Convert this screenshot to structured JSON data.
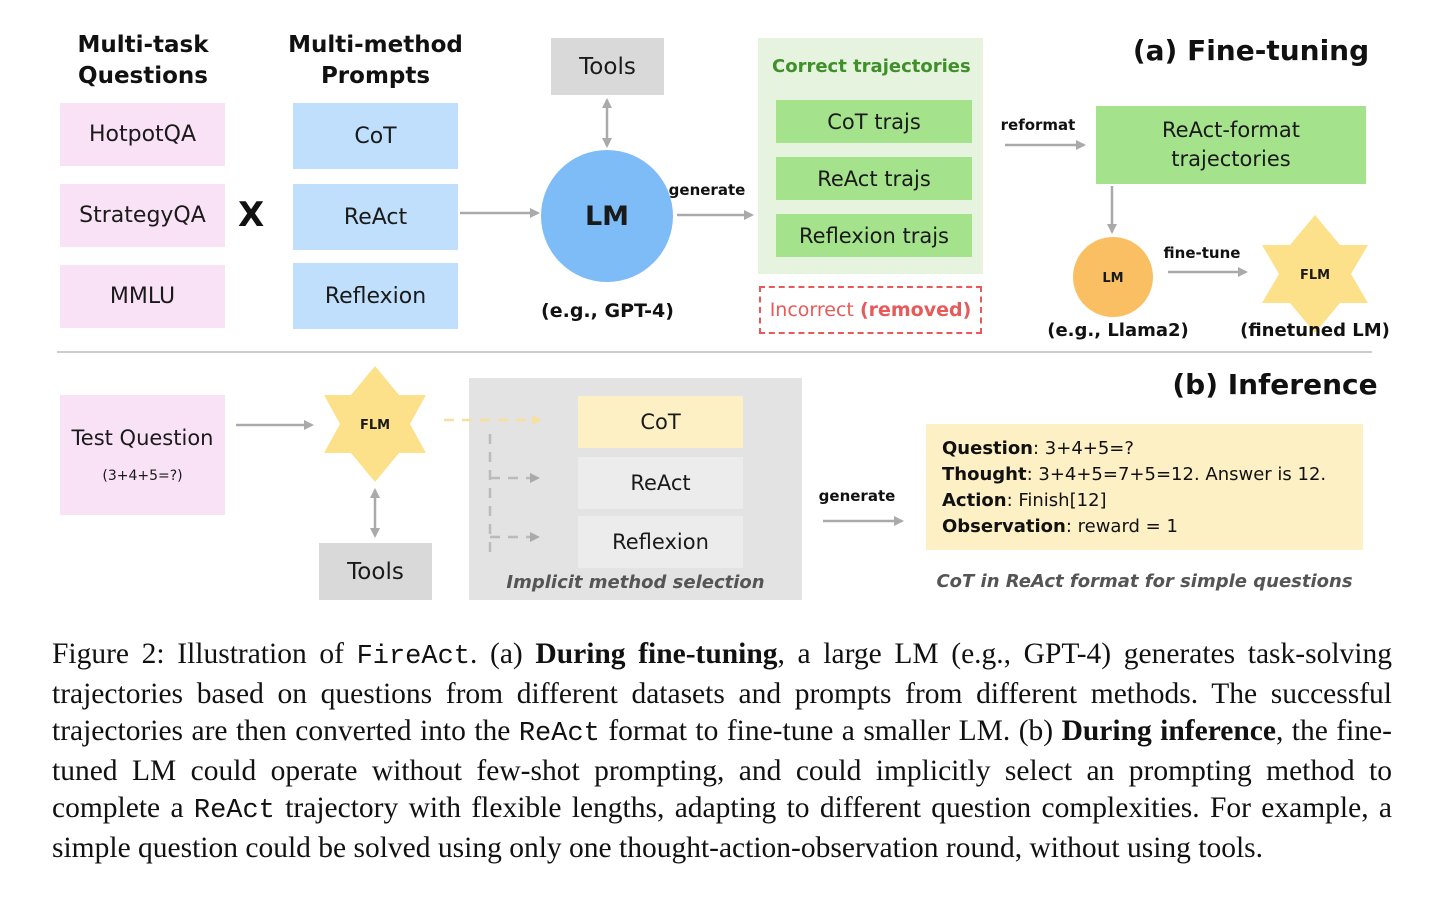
{
  "fine_tuning": {
    "section_title": "(a) Fine-tuning",
    "questions_header_line1": "Multi-task",
    "questions_header_line2": "Questions",
    "questions": [
      "HotpotQA",
      "StrategyQA",
      "MMLU"
    ],
    "times_symbol": "X",
    "prompts_header_line1": "Multi-method",
    "prompts_header_line2": "Prompts",
    "prompts": [
      "CoT",
      "ReAct",
      "Reflexion"
    ],
    "tools_label": "Tools",
    "lm_label": "LM",
    "lm_example": "(e.g., GPT-4)",
    "generate_label": "generate",
    "correct_title": "Correct trajectories",
    "trajectories": [
      "CoT trajs",
      "ReAct trajs",
      "Reflexion trajs"
    ],
    "incorrect_text": "Incorrect",
    "incorrect_removed": "(removed)",
    "reformat_label": "reformat",
    "react_format_line1": "ReAct-format",
    "react_format_line2": "trajectories",
    "small_lm_label": "LM",
    "small_lm_example": "(e.g., Llama2)",
    "finetune_label": "fine-tune",
    "flm_label": "FLM",
    "flm_caption": "(finetuned LM)"
  },
  "inference": {
    "section_title": "(b) Inference",
    "test_question": "Test Question",
    "test_question_example": "(3+4+5=?)",
    "flm_label": "FLM",
    "tools_label": "Tools",
    "methods": [
      "CoT",
      "ReAct",
      "Reflexion"
    ],
    "implicit_caption": "Implicit method selection",
    "generate_label": "generate",
    "example": {
      "question_key": "Question",
      "question_value": ": 3+4+5=?",
      "thought_key": "Thought",
      "thought_value": ": 3+4+5=7+5=12. Answer is 12.",
      "action_key": "Action",
      "action_value": ": Finish[12]",
      "observation_key": "Observation",
      "observation_value": ": reward = 1"
    },
    "example_caption": "CoT in ReAct format for simple questions"
  },
  "caption": {
    "p1": "Figure 2: Illustration of ",
    "fireact": "FireAct",
    "p2": ". (a) ",
    "b1": "During fine-tuning",
    "p3": ", a large LM (e.g., GPT-4) generates task-solving trajectories based on questions from different datasets and prompts from different methods. The successful trajectories are then converted into the ",
    "react1": "ReAct",
    "p4": " format to fine-tune a smaller LM. (b) ",
    "b2": "During inference",
    "p5": ", the fine-tuned LM could operate without few-shot prompting, and could implicitly select an prompting method to complete a ",
    "react2": "ReAct",
    "p6": " trajectory with flexible lengths, adapting to different question complexities. For example, a simple question could be solved using only one thought-action-observation round, without using tools."
  },
  "colors": {
    "pink": "#f9e2f6",
    "blue": "#bfdffc",
    "green": "#a4e28c",
    "panel_green": "#e6f4df",
    "lm_blue": "#7dbcf7",
    "orange": "#f9bf62",
    "star_yellow": "#fde08a",
    "yellow": "#fdf0c4",
    "red": "#e85a5a"
  }
}
